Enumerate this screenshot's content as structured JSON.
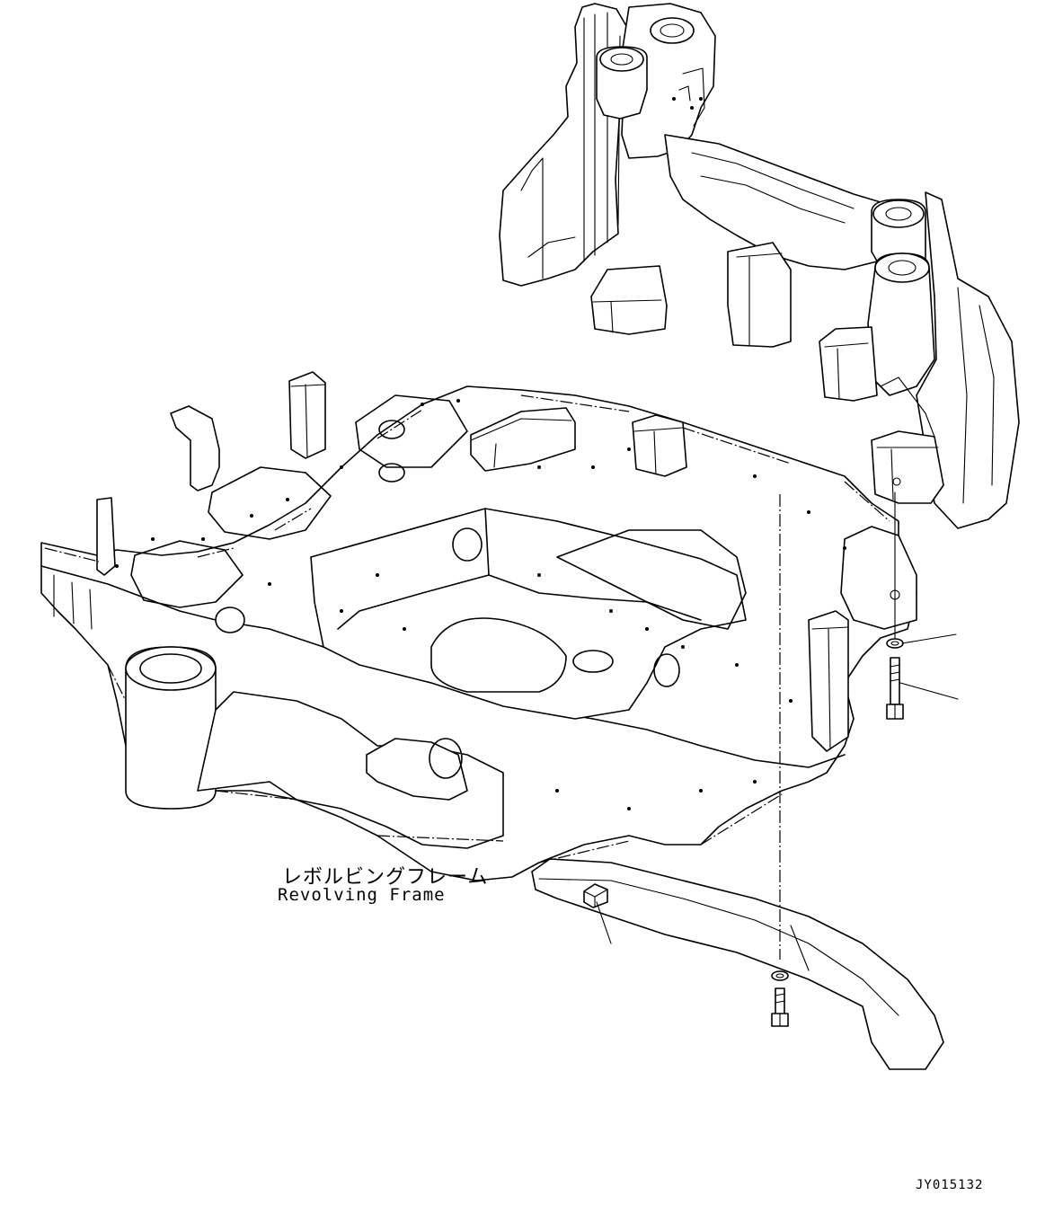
{
  "part_label": {
    "japanese": "レボルビングフレーム",
    "english": "Revolving Frame"
  },
  "drawing_id": "JY015132"
}
